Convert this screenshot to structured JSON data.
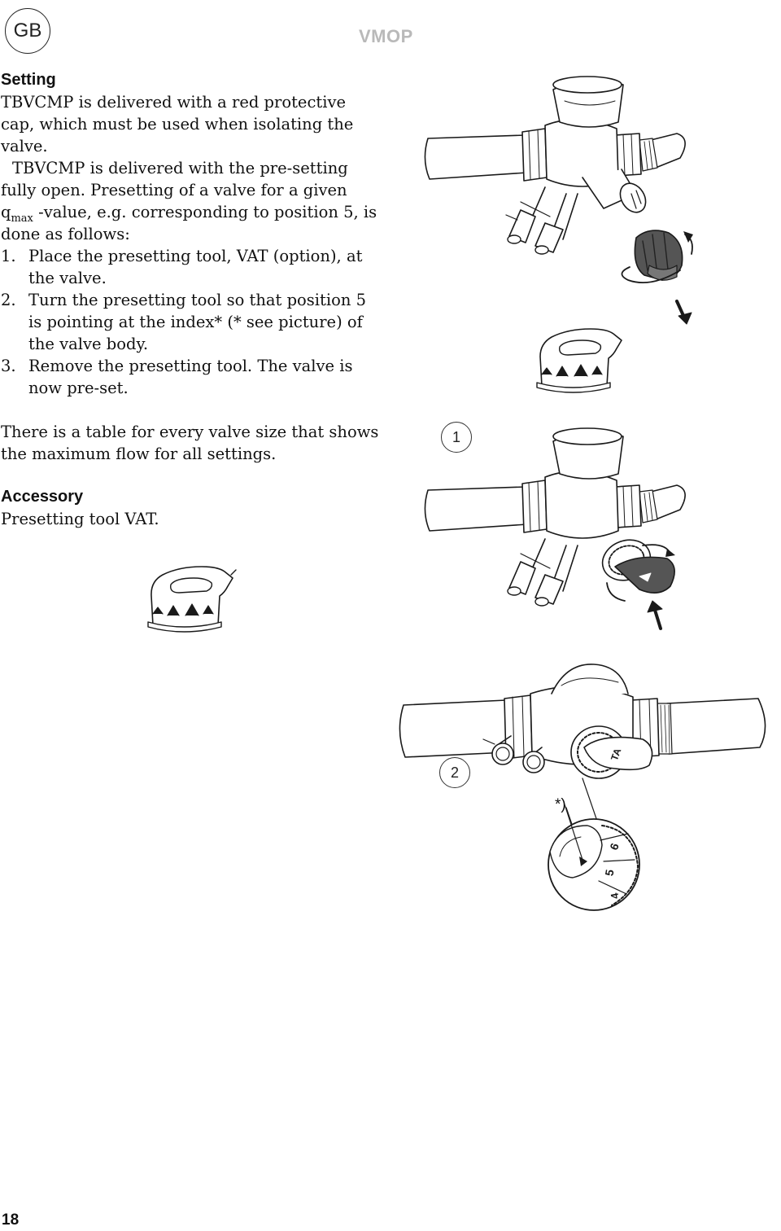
{
  "header": {
    "language_badge": "GB",
    "doc_code": "VMOP"
  },
  "setting": {
    "heading": "Setting",
    "intro": "TBVCMP is delivered with a red protective cap, which must be used when isolating the valve.",
    "para2_before_sub": "TBVCMP is delivered with the pre-setting fully open. Presetting of a valve for a given q",
    "para2_sub": "max",
    "para2_after_sub": "-value, e.g. corresponding to position 5, is done as follows:",
    "steps": [
      {
        "num": "1.",
        "text": "Place the presetting tool, VAT (option), at the valve."
      },
      {
        "num": "2.",
        "text": "Turn the presetting tool so that position 5 is pointing at the index* (* see picture) of the valve body."
      },
      {
        "num": "3.",
        "text": "Remove the presetting tool. The valve is now pre-set."
      }
    ],
    "table_note": "There is a table for every valve size that shows the maximum flow for all settings."
  },
  "accessory": {
    "heading": "Accessory",
    "text": "Presetting tool VAT."
  },
  "figure": {
    "callout_1": "1",
    "callout_2": "2",
    "index_marker": "*)",
    "dial_numbers": [
      "6",
      "5",
      "4"
    ],
    "tool_icon_text": "TA"
  },
  "footer": {
    "page_number": "18"
  }
}
